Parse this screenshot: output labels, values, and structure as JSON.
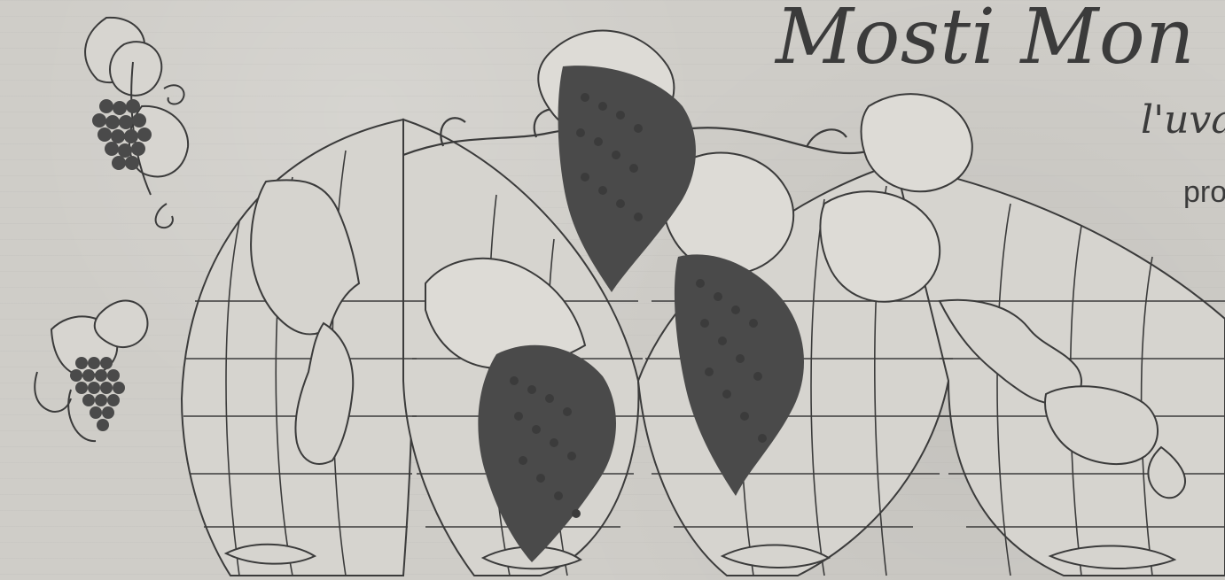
{
  "title": "Mosti Mon",
  "subtitle": "l'uva",
  "tagline": "pro",
  "colors": {
    "background": "#cfcdc8",
    "ink": "#3b3b3b",
    "grape": "#4a4a4a"
  },
  "icons": [
    "grapevine-icon",
    "grape-cluster-icon",
    "world-map-icon",
    "vine-tendril-icon"
  ]
}
